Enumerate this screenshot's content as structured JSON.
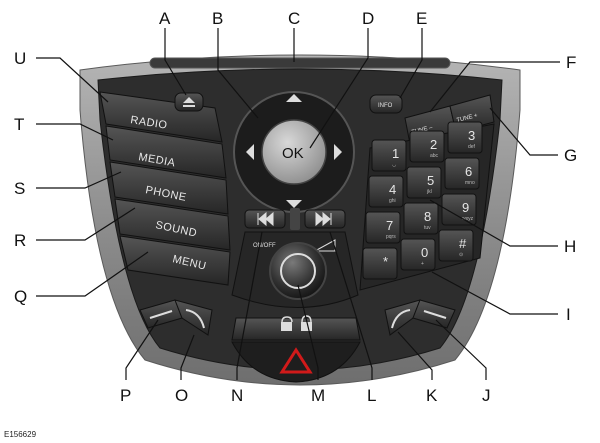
{
  "callouts": {
    "A": "A",
    "B": "B",
    "C": "C",
    "D": "D",
    "E": "E",
    "F": "F",
    "G": "G",
    "H": "H",
    "I": "I",
    "J": "J",
    "K": "K",
    "L": "L",
    "M": "M",
    "N": "N",
    "O": "O",
    "P": "P",
    "Q": "Q",
    "R": "R",
    "S": "S",
    "T": "T",
    "U": "U"
  },
  "buttons": {
    "radio": "RADIO",
    "media": "MEDIA",
    "phone": "PHONE",
    "sound": "SOUND",
    "menu": "MENU",
    "ok": "OK",
    "info": "INFO",
    "tune_minus": "TUNE –",
    "tune_plus": "TUNE +",
    "on_off": "ON/OFF"
  },
  "keypad": [
    {
      "digit": "1",
      "sub": "◡"
    },
    {
      "digit": "2",
      "sub": "abc"
    },
    {
      "digit": "3",
      "sub": "def"
    },
    {
      "digit": "4",
      "sub": "ghi"
    },
    {
      "digit": "5",
      "sub": "jkl"
    },
    {
      "digit": "6",
      "sub": "mno"
    },
    {
      "digit": "7",
      "sub": "pqrs"
    },
    {
      "digit": "8",
      "sub": "tuv"
    },
    {
      "digit": "9",
      "sub": "wxyz"
    },
    {
      "digit": "*",
      "sub": ""
    },
    {
      "digit": "0",
      "sub": "+"
    },
    {
      "digit": "#",
      "sub": "⊙"
    }
  ],
  "figure_code": "E156629",
  "colors": {
    "bezel": "#8a8a8a",
    "panel": "#2a2a2a",
    "button": "#3a3a3a",
    "hazard": "#d11a1a"
  }
}
